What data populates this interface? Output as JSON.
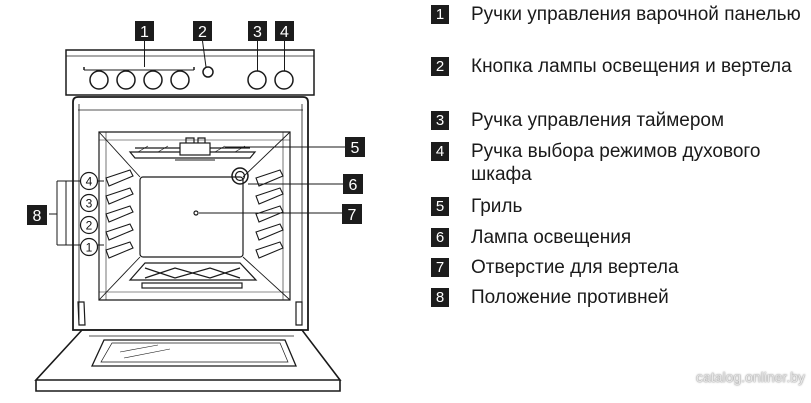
{
  "diagram": {
    "callouts": [
      "1",
      "2",
      "3",
      "4",
      "5",
      "6",
      "7",
      "8"
    ],
    "shelf_positions": [
      "4",
      "3",
      "2",
      "1"
    ]
  },
  "legend": {
    "items": [
      {
        "num": "1",
        "text": "Ручки управления варочной панелью"
      },
      {
        "num": "2",
        "text": "Кнопка лампы освещения и вертела"
      },
      {
        "num": "3",
        "text": "Ручка управления таймером"
      },
      {
        "num": "4",
        "text": "Ручка выбора режимов духового шкафа"
      },
      {
        "num": "5",
        "text": "Гриль"
      },
      {
        "num": "6",
        "text": "Лампа освещения"
      },
      {
        "num": "7",
        "text": "Отверстие для вертела"
      },
      {
        "num": "8",
        "text": "Положение противней"
      }
    ]
  },
  "watermark": "catalog.onliner.by",
  "colors": {
    "label_bg": "#1c1c1c",
    "label_text": "#ffffff",
    "line": "#1a1a1a"
  }
}
